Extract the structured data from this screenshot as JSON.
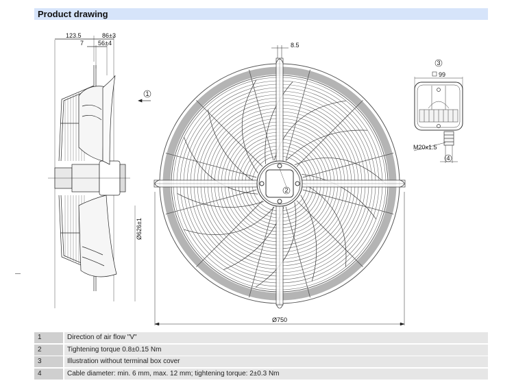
{
  "header": {
    "title": "Product drawing"
  },
  "side_view": {
    "dim_overall_depth": "123.5",
    "dim_motor_depth": "86±3",
    "dim_guard_offset": "7",
    "dim_blade_depth": "56±4",
    "dim_blade_diameter": "Ø626±1",
    "callout_airflow": "1"
  },
  "front_view": {
    "dim_bracket_width": "8.5",
    "dim_overall_diameter": "Ø750",
    "callout_torque": "2"
  },
  "terminal_box": {
    "callout": "3",
    "dim_box_size": "99",
    "gland_thread": "M20x1.5",
    "callout_cable": "4"
  },
  "legend": [
    {
      "num": "1",
      "text": "Direction of air flow \"V\""
    },
    {
      "num": "2",
      "text": "Tightening torque 0.8±0.15 Nm"
    },
    {
      "num": "3",
      "text": "Illustration without terminal box cover"
    },
    {
      "num": "4",
      "text": "Cable diameter: min. 6 mm, max. 12 mm; tightening torque: 2±0.3 Nm"
    }
  ]
}
